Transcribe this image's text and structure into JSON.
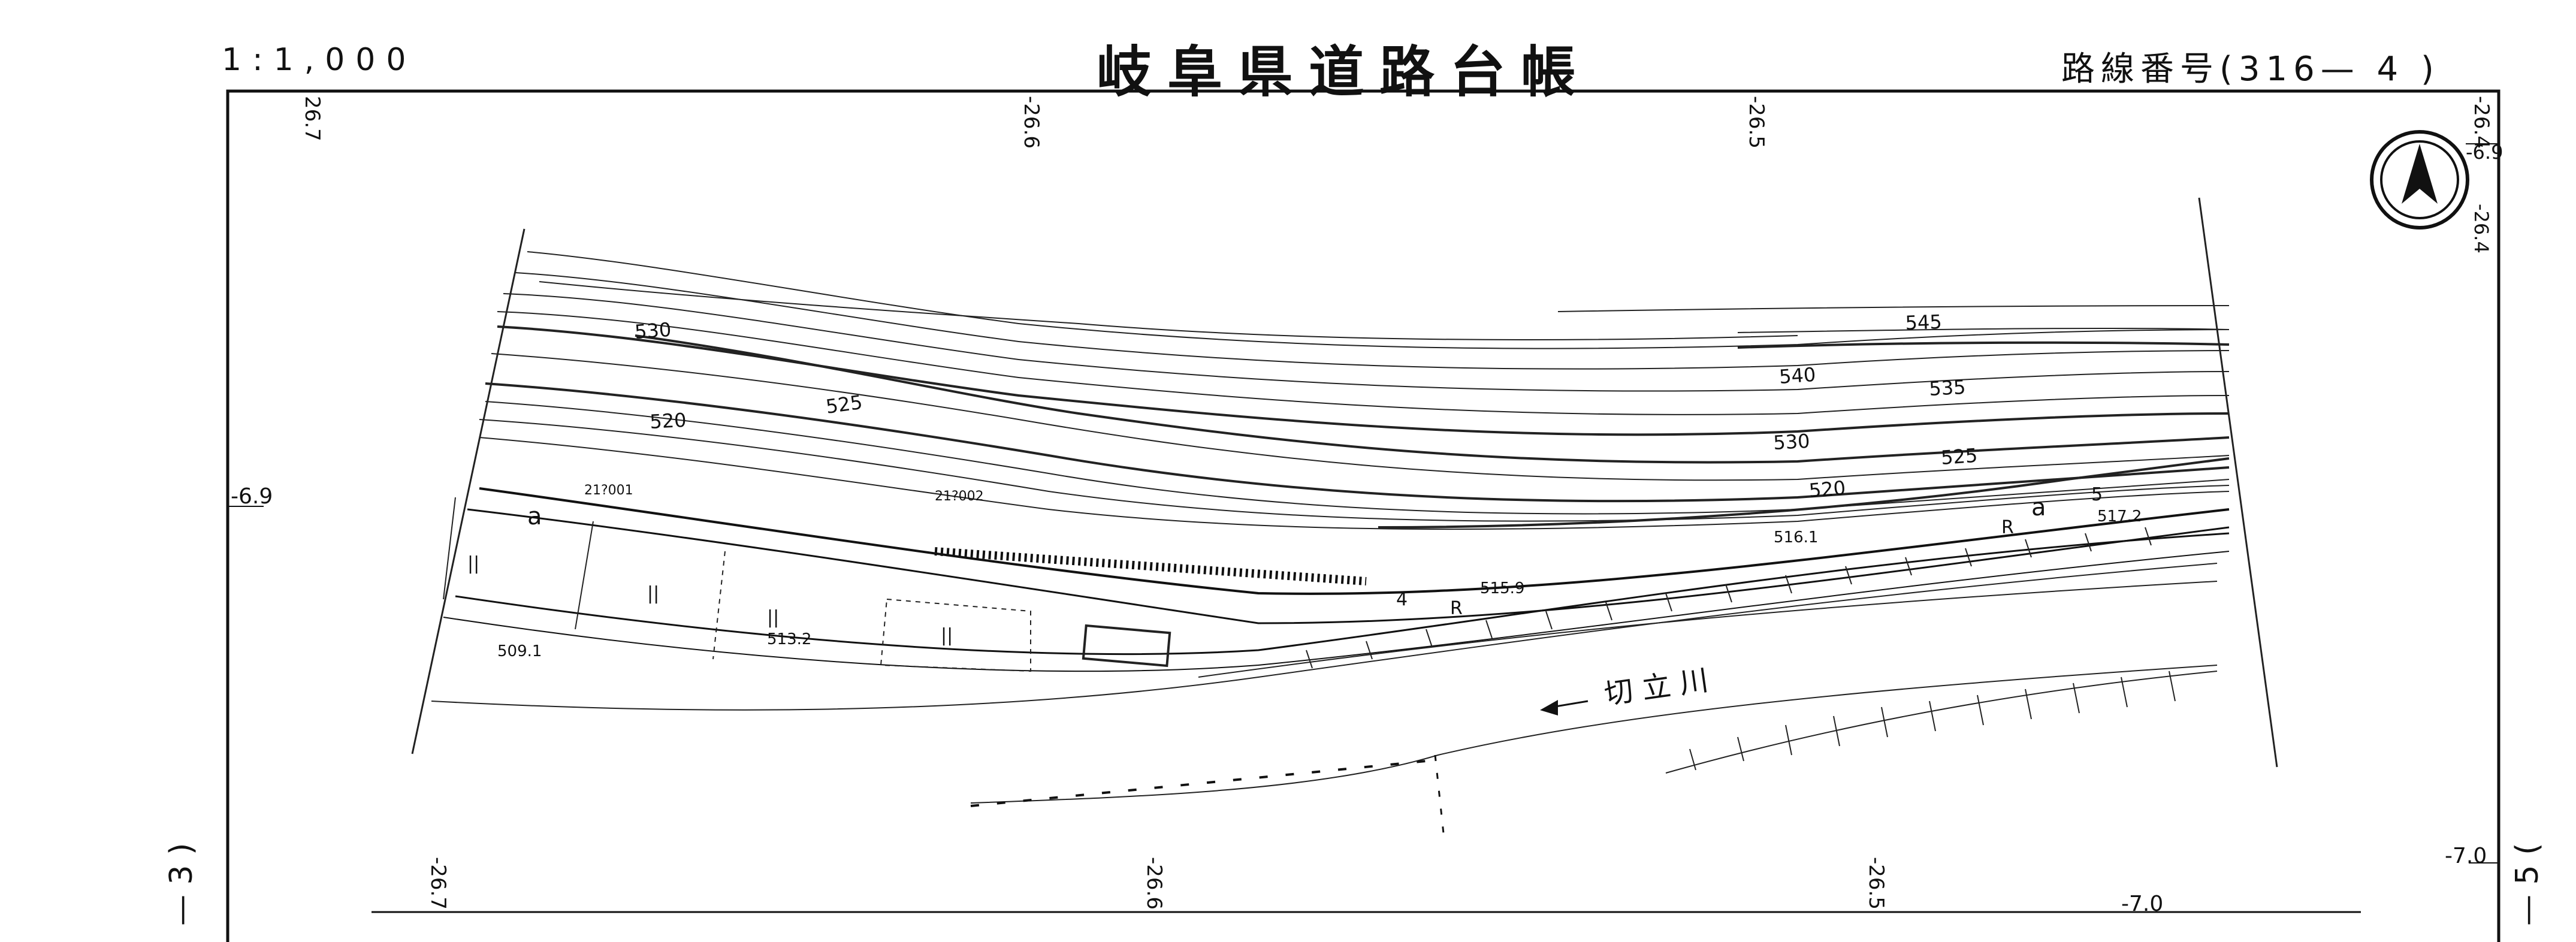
{
  "header": {
    "scale": "1:1,000",
    "title": "岐阜県道路台帳",
    "route_label": "路線番号(316— 4 )"
  },
  "side_labels": {
    "left": "— 3 )",
    "right": "— 5 ("
  },
  "grid_labels": {
    "top": [
      "26.7",
      "-26.6",
      "-26.5",
      "-26.4"
    ],
    "bottom": [
      "-26.7",
      "-26.6",
      "-26.5"
    ],
    "left": [
      "-6.9"
    ],
    "right": [
      "-6.9",
      "-26.4",
      "-7.0"
    ],
    "bottom_right": "-7.0"
  },
  "contours": [
    "530",
    "525",
    "520",
    "545",
    "540",
    "535",
    "530",
    "525",
    "520"
  ],
  "spot_heights": [
    "509.1",
    "513.2",
    "515.9",
    "516.1",
    "517.2"
  ],
  "point_labels": [
    "21?001",
    "21?002"
  ],
  "river_label": "切 立 川",
  "road_marks": [
    "a",
    "a",
    "R",
    "R",
    "4",
    "5"
  ],
  "field_marks": [
    "||",
    "||",
    "||",
    "||"
  ]
}
